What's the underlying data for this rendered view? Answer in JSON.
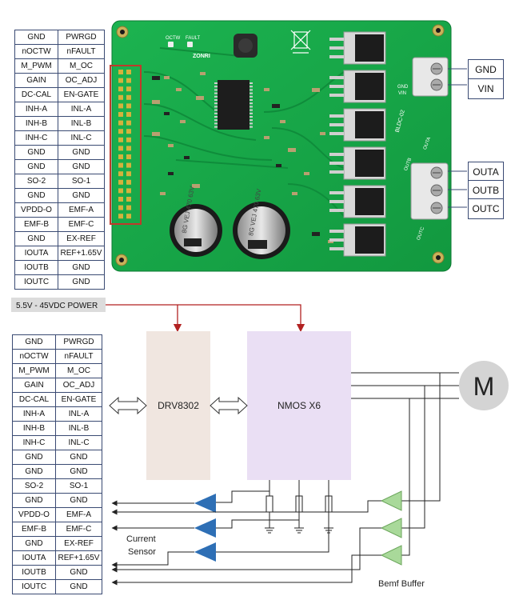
{
  "pin_table": [
    [
      "GND",
      "PWRGD"
    ],
    [
      "nOCTW",
      "nFAULT"
    ],
    [
      "M_PWM",
      "M_OC"
    ],
    [
      "GAIN",
      "OC_ADJ"
    ],
    [
      "DC-CAL",
      "EN-GATE"
    ],
    [
      "INH-A",
      "INL-A"
    ],
    [
      "INH-B",
      "INL-B"
    ],
    [
      "INH-C",
      "INL-C"
    ],
    [
      "GND",
      "GND"
    ],
    [
      "GND",
      "GND"
    ],
    [
      "SO-2",
      "SO-1"
    ],
    [
      "GND",
      "GND"
    ],
    [
      "VPDD-O",
      "EMF-A"
    ],
    [
      "EMF-B",
      "EMF-C"
    ],
    [
      "GND",
      "EX-REF"
    ],
    [
      "IOUTA",
      "REF+1.65V"
    ],
    [
      "IOUTB",
      "GND"
    ],
    [
      "IOUTC",
      "GND"
    ]
  ],
  "board_labels": {
    "power": [
      "GND",
      "VIN"
    ],
    "outputs": [
      "OUTA",
      "OUTB",
      "OUTC"
    ]
  },
  "pcb_silk": {
    "octw": "OCTW",
    "fault": "FAULT",
    "brand": "ZONRI",
    "gnd": "GND",
    "vin": "VIN",
    "outa": "OUTA",
    "outb": "OUTB",
    "outc": "OUTC",
    "model": "BLDC-02",
    "cap_text": [
      "8G",
      "VEJ",
      "470",
      "63V"
    ]
  },
  "diagram": {
    "power_label": "5.5V - 45VDC POWER",
    "driver": "DRV8302",
    "nmos": "NMOS X6",
    "motor": "M",
    "current_sensor": [
      "Current",
      "Sensor"
    ],
    "bemf_buffer": "Bemf  Buffer"
  },
  "colors": {
    "pcb_green": "#17a84a",
    "driver_block": "#f0e6e0",
    "nmos_block": "#eadff4",
    "power_arrow": "#b22222",
    "current_amp": "#2e6fb5",
    "bemf_amp": "#a9d99a",
    "motor": "#d4d4d4",
    "table_border": "#3a4a73"
  }
}
